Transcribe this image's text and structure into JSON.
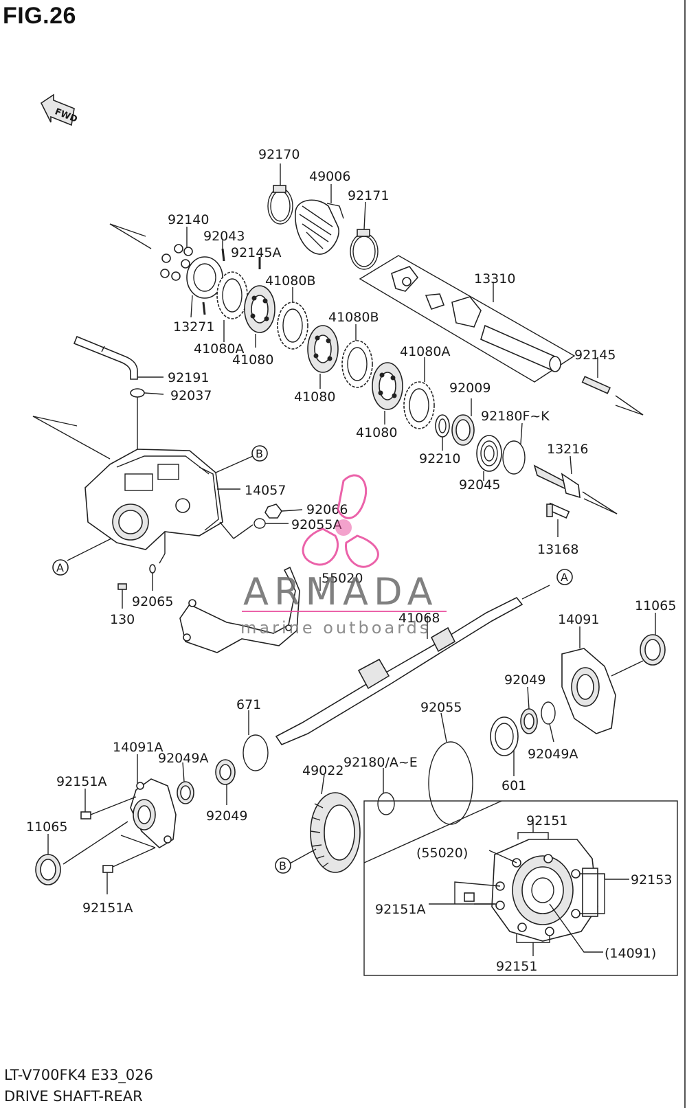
{
  "figure": {
    "title": "FIG.26",
    "model_code": "LT-V700FK4 E33_026",
    "section_name": "DRIVE SHAFT-REAR",
    "direction_label": "FWD"
  },
  "watermark": {
    "brand": "ARMADA",
    "tagline": "marine outboards",
    "accent_color": "#e8479b"
  },
  "part_labels": {
    "p92170": "92170",
    "p49006": "49006",
    "p92171": "92171",
    "p92140": "92140",
    "p92043": "92043",
    "p92145A": "92145A",
    "p41080B_1": "41080B",
    "p13310": "13310",
    "p13271": "13271",
    "p41080A_1": "41080A",
    "p41080_1": "41080",
    "p41080B_2": "41080B",
    "p92191": "92191",
    "p92037": "92037",
    "p41080_2": "41080",
    "p41080A_2": "41080A",
    "p92145": "92145",
    "p92009": "92009",
    "p92180FK": "92180F~K",
    "p41080_3": "41080",
    "p92210": "92210",
    "p13216": "13216",
    "pB_1": "B",
    "p14057": "14057",
    "p92045": "92045",
    "p92066": "92066",
    "p92055A": "92055A",
    "p13168": "13168",
    "pA_1": "A",
    "p55020": "55020",
    "pA_2": "A",
    "p92065": "92065",
    "p130": "130",
    "p41068": "41068",
    "p11065_1": "11065",
    "p14091": "14091",
    "p671": "671",
    "p92055": "92055",
    "p92049_1": "92049",
    "p14091A": "14091A",
    "p92049A_1": "92049A",
    "p92049A_2": "92049A",
    "p92180AE": "92180/A~E",
    "p49022": "49022",
    "p601": "601",
    "p92151A_1": "92151A",
    "p92049_2": "92049",
    "p11065_2": "11065",
    "p92151_1": "92151",
    "p55020_ref": "(55020)",
    "p92153": "92153",
    "pB_2": "B",
    "p92151A_2": "92151A",
    "p92151A_3": "92151A",
    "p14091_ref": "(14091)",
    "p92151_2": "92151"
  }
}
